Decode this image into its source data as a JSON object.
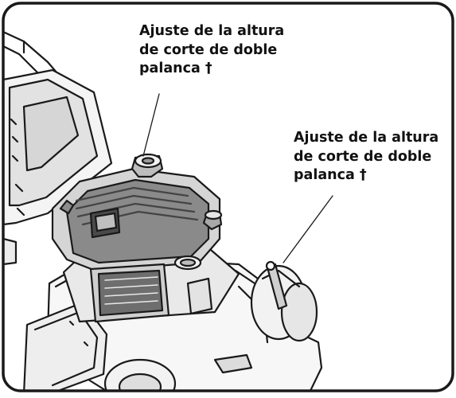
{
  "callouts": {
    "top": {
      "lines": [
        "Ajuste de la altura",
        "de corte de doble",
        "palanca †"
      ]
    },
    "right": {
      "lines": [
        "Ajuste de la altura",
        "de corte de doble",
        "palanca †"
      ]
    }
  },
  "colors": {
    "frame": "#1a1a1a",
    "line": "#1a1a1a",
    "fill_light": "#f2f2f2",
    "fill_mid": "#d9d9d9",
    "fill_dark": "#6e6e6e",
    "background": "#ffffff"
  },
  "icons": [
    "lawn-mower-illustration",
    "leader-line"
  ]
}
